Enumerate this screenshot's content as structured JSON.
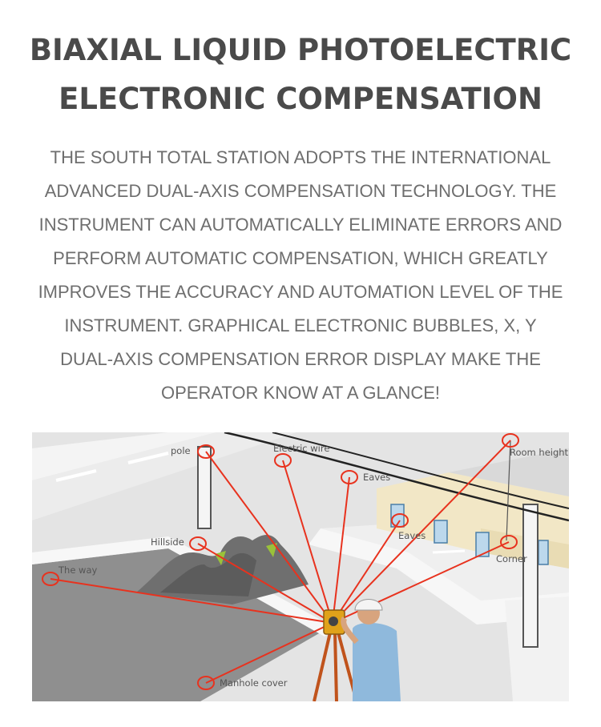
{
  "heading": {
    "line1": "BIAXIAL LIQUID PHOTOELECTRIC",
    "line2": "ELECTRONIC COMPENSATION"
  },
  "description": {
    "lines": [
      "THE SOUTH TOTAL STATION ADOPTS THE INTERNATIONAL",
      "ADVANCED DUAL-AXIS COMPENSATION TECHNOLOGY. THE",
      "INSTRUMENT CAN AUTOMATICALLY ELIMINATE ERRORS AND",
      "PERFORM AUTOMATIC COMPENSATION, WHICH GREATLY",
      "IMPROVES THE ACCURACY AND AUTOMATION LEVEL OF THE",
      "INSTRUMENT. GRAPHICAL ELECTRONIC BUBBLES, X, Y",
      "DUAL-AXIS COMPENSATION ERROR DISPLAY MAKE THE",
      "OPERATOR KNOW AT A GLANCE!"
    ]
  },
  "diagram": {
    "labels": {
      "pole": "pole",
      "electric_wire": "Electric wire",
      "room_height": "Room height",
      "eaves_top": "Eaves",
      "eaves_window": "Eaves",
      "hillside": "Hillside",
      "the_way": "The way",
      "corner": "Corner",
      "manhole_cover": "Manhole cover"
    },
    "colors": {
      "ray": "#e8321e",
      "target": "#e8321e",
      "road": "#8a8a8a",
      "ground": "#e6e6e6",
      "house": "#f2e7c6"
    }
  }
}
